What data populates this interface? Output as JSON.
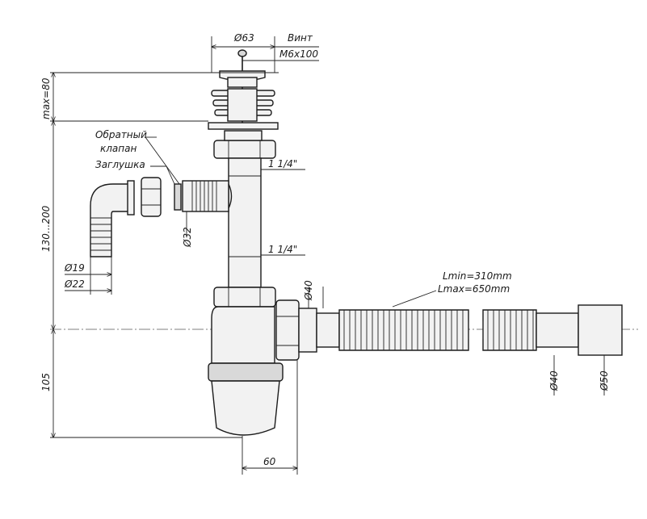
{
  "dimensions": {
    "d63": "Ø63",
    "screw_label": "Винт",
    "screw_size": "M6x100",
    "max80": "max=80",
    "height_range": "130...200",
    "height_105": "105",
    "d19": "Ø19",
    "d22": "Ø22",
    "d32": "Ø32",
    "thread_top": "1 1/4\"",
    "thread_bottom": "1 1/4\"",
    "d40_trap": "Ø40",
    "lmin": "Lmin=310mm",
    "lmax": "Lmax=650mm",
    "d40_end": "Ø40",
    "d50_end": "Ø50",
    "offset_60": "60"
  },
  "labels": {
    "check_valve_line1": "Обратный",
    "check_valve_line2": "клапан",
    "plug": "Заглушка"
  }
}
